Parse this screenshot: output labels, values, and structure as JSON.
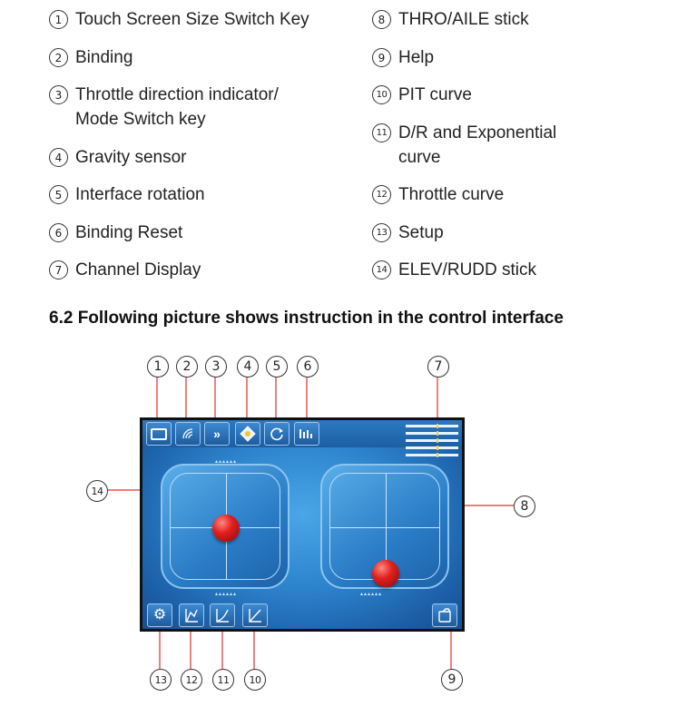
{
  "legend": {
    "left": [
      {
        "num": "1",
        "text": "Touch Screen Size Switch Key"
      },
      {
        "num": "2",
        "text": "Binding"
      },
      {
        "num": "3",
        "text": "Throttle direction indicator/\nMode Switch key"
      },
      {
        "num": "4",
        "text": "Gravity sensor"
      },
      {
        "num": "5",
        "text": "Interface rotation"
      },
      {
        "num": "6",
        "text": "Binding Reset"
      },
      {
        "num": "7",
        "text": "Channel Display"
      }
    ],
    "right": [
      {
        "num": "8",
        "text": "THRO/AILE stick"
      },
      {
        "num": "9",
        "text": "Help"
      },
      {
        "num": "10",
        "text": "PIT curve"
      },
      {
        "num": "11",
        "text": "D/R and Exponential\ncurve"
      },
      {
        "num": "12",
        "text": "Throttle curve"
      },
      {
        "num": "13",
        "text": "Setup"
      },
      {
        "num": "14",
        "text": "ELEV/RUDD stick"
      }
    ]
  },
  "section_title": "6.2 Following picture shows instruction in the control interface",
  "callouts": {
    "c1": "1",
    "c2": "2",
    "c3": "3",
    "c4": "4",
    "c5": "5",
    "c6": "6",
    "c7": "7",
    "c8": "8",
    "c9": "9",
    "c10": "10",
    "c11": "11",
    "c12": "12",
    "c13": "13",
    "c14": "14"
  },
  "screen": {
    "icons": {
      "screen_size": "screen-size-icon",
      "binding": "wireless-signal-icon",
      "throttle_direction": "double-chevron-icon",
      "gravity": "gravity-sensor-icon",
      "rotation": "rotate-icon",
      "binding_reset": "binding-reset-icon",
      "setup": "gear-icon",
      "throttle_curve": "throttle-curve-icon",
      "dr_expo": "expo-curve-icon",
      "pit_curve": "pit-curve-icon",
      "help": "help-icon"
    },
    "colors": {
      "background": "#2d84cd",
      "stick_ball": "#e21f1f"
    }
  }
}
